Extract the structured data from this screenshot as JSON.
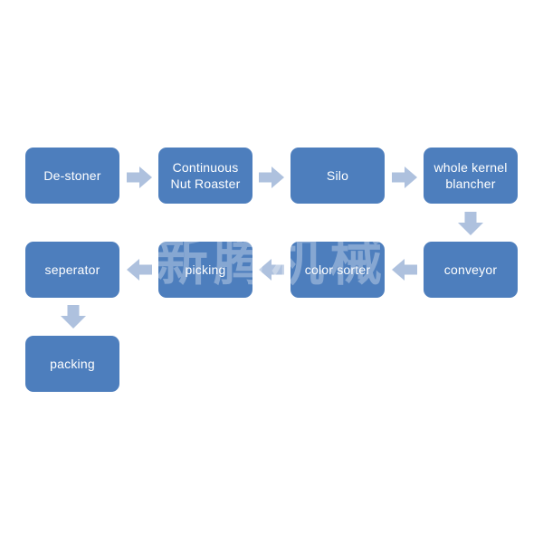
{
  "diagram": {
    "type": "flowchart",
    "watermark_text": "新腾机械",
    "colors": {
      "node_fill": "#4d7ebd",
      "arrow_fill": "#aec1de",
      "node_text": "#ffffff",
      "bg": "#ffffff"
    },
    "nodes": [
      {
        "label": "De-stoner"
      },
      {
        "label": "Continuous Nut Roaster"
      },
      {
        "label": "Silo"
      },
      {
        "label": "whole kernel blancher"
      },
      {
        "label": "conveyor"
      },
      {
        "label": "color sorter"
      },
      {
        "label": "picking"
      },
      {
        "label": "seperator"
      },
      {
        "label": "packing"
      }
    ],
    "edges": [
      {
        "from": "De-stoner",
        "to": "Continuous Nut Roaster",
        "direction": "right"
      },
      {
        "from": "Continuous Nut Roaster",
        "to": "Silo",
        "direction": "right"
      },
      {
        "from": "Silo",
        "to": "whole kernel blancher",
        "direction": "right"
      },
      {
        "from": "whole kernel blancher",
        "to": "conveyor",
        "direction": "down"
      },
      {
        "from": "conveyor",
        "to": "color sorter",
        "direction": "left"
      },
      {
        "from": "color sorter",
        "to": "picking",
        "direction": "left"
      },
      {
        "from": "picking",
        "to": "seperator",
        "direction": "left"
      },
      {
        "from": "seperator",
        "to": "packing",
        "direction": "down"
      }
    ]
  }
}
